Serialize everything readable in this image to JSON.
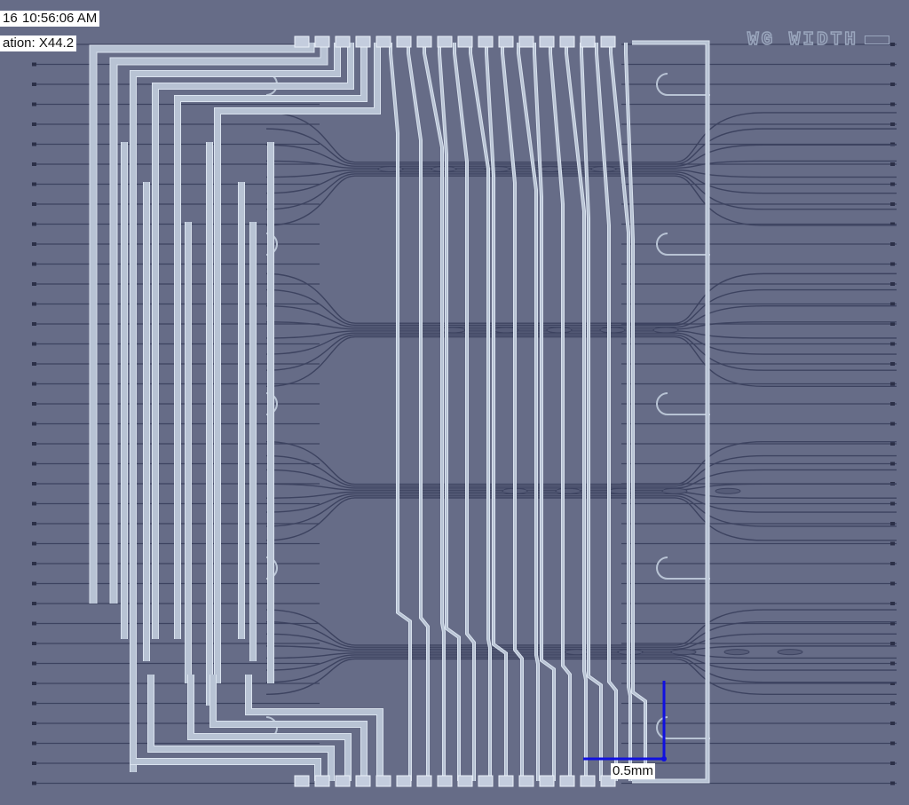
{
  "timestamp": {
    "date_fragment": "16",
    "time": "10:56:06  AM"
  },
  "magnification": "ation: X44.2",
  "chip_label": "WG WIDTH",
  "scale_bar": {
    "label": "0.5mm",
    "color": "#1010e0"
  },
  "colors": {
    "background": "#666c87",
    "electrode": "#b8c3d4",
    "electrode_edge": "#d9e2ee",
    "waveguide": "#3d4360",
    "pad": "#c4cdde"
  },
  "pads_top_count": 16,
  "pads_bottom_count": 16,
  "fiber_rows": 38,
  "couplers": [
    {
      "center_y": 0.21,
      "spread": 0.08,
      "junctions": 0.0
    },
    {
      "center_y": 0.41,
      "spread": 0.08,
      "junctions": 0.1
    },
    {
      "center_y": 0.61,
      "spread": 0.07,
      "junctions": 0.2
    },
    {
      "center_y": 0.81,
      "spread": 0.06,
      "junctions": 0.3
    }
  ]
}
